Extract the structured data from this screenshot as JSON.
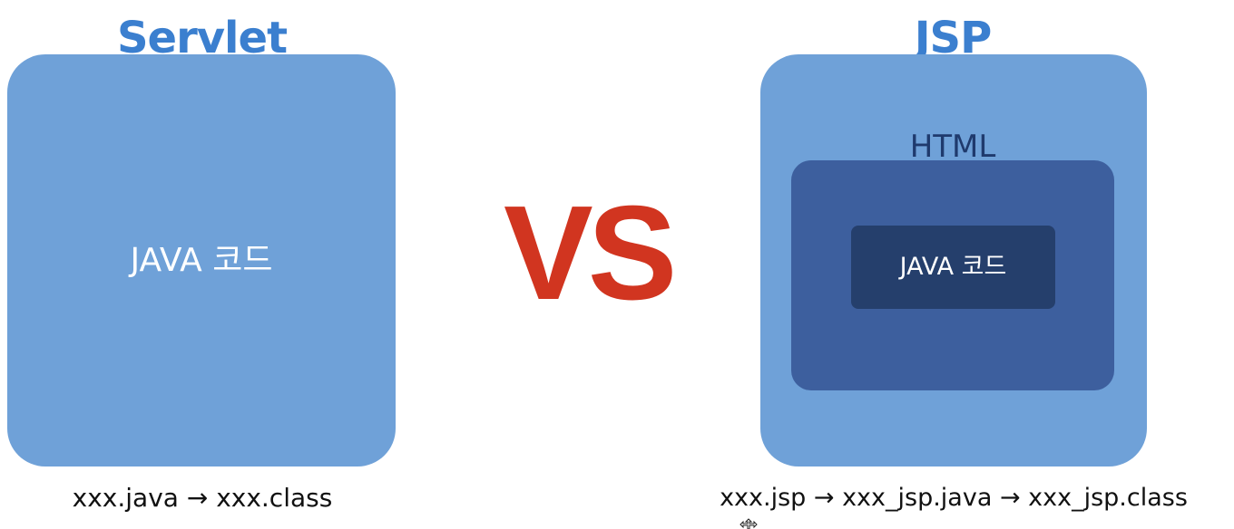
{
  "colors": {
    "title": "#3b7fcf",
    "box_light": "#6fa1d8",
    "box_mid": "#3d5f9e",
    "box_dark": "#253f6c",
    "html_label": "#1f3a6d",
    "vs": "#d13520",
    "white_text": "#ffffff"
  },
  "servlet": {
    "title": "Servlet",
    "content": "JAVA 코드",
    "caption": "xxx.java  → xxx.class"
  },
  "vs_label": "VS",
  "jsp": {
    "title": "JSP",
    "html_label": "HTML",
    "content": "JAVA 코드",
    "caption": "xxx.jsp → xxx_jsp.java  → xxx_jsp.class"
  },
  "icons": {
    "cursor": "move-cursor-icon"
  }
}
